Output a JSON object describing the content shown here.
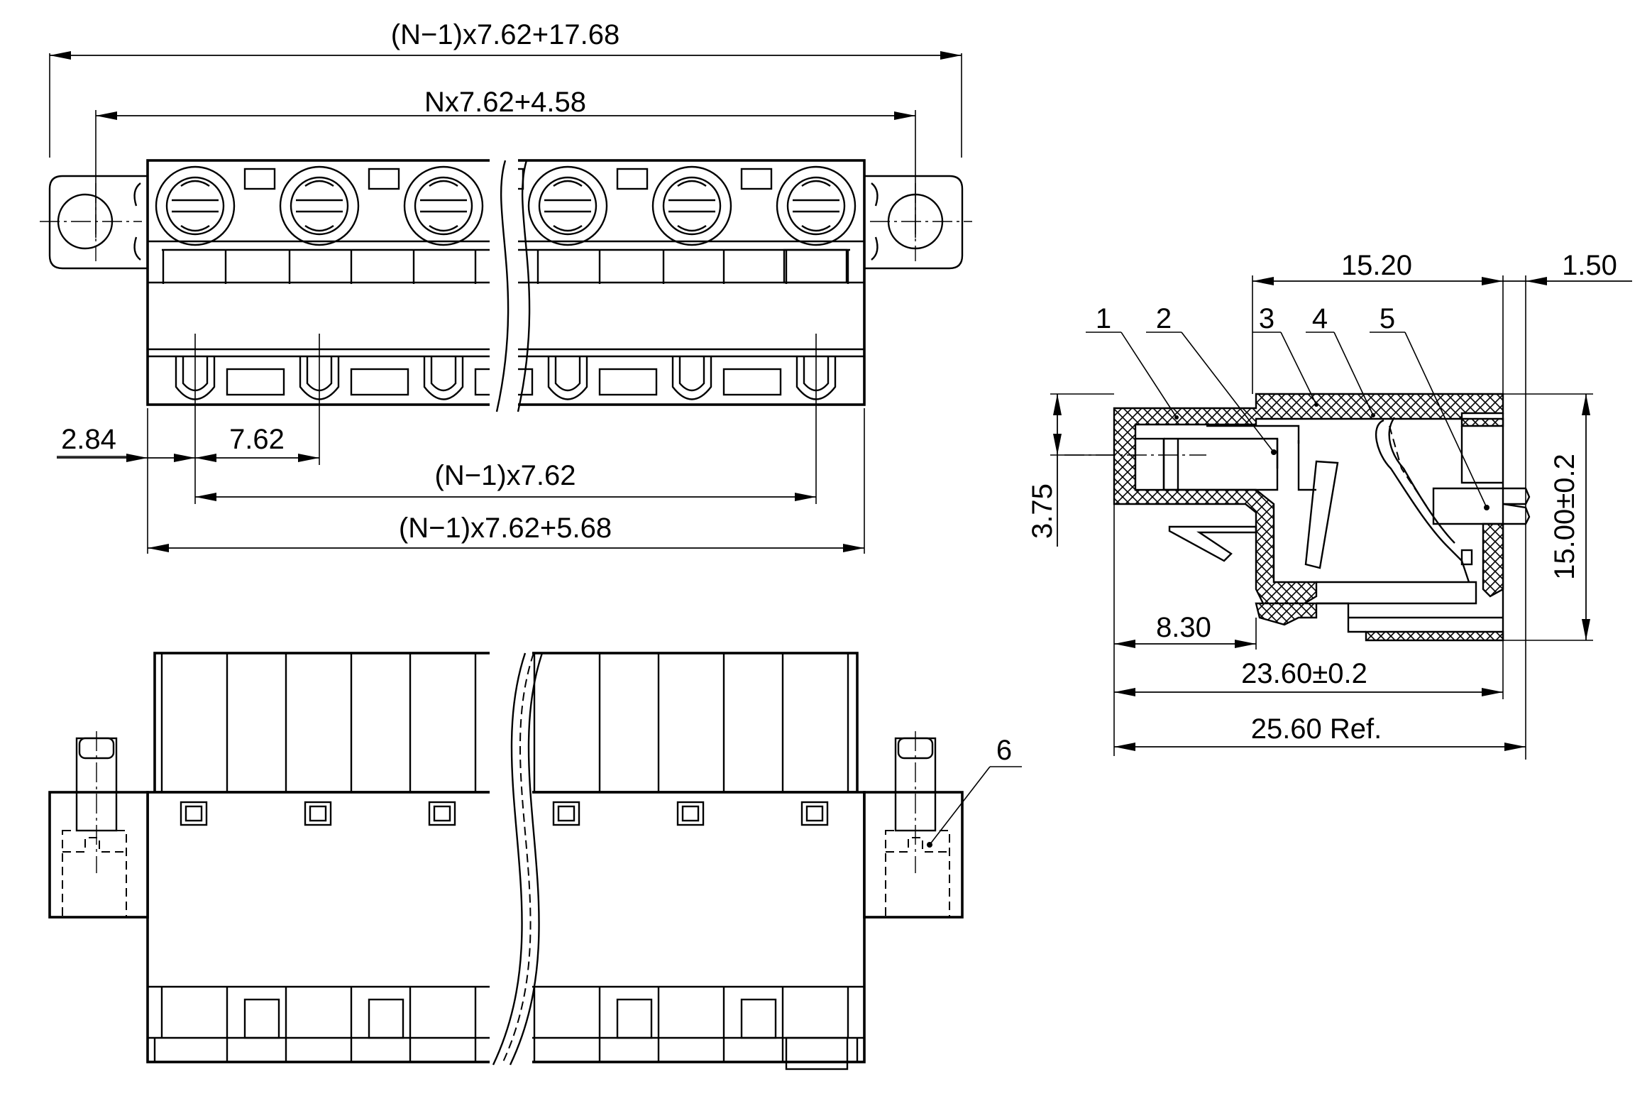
{
  "top_view": {
    "dim_overall": "(N−1)x7.62+17.68",
    "dim_inner": "Nx7.62+4.58",
    "dim_edge": "2.84",
    "dim_pitch": "7.62",
    "dim_span": "(N−1)x7.62",
    "dim_body": "(N−1)x7.62+5.68"
  },
  "side_view": {
    "dim_top_left": "15.20",
    "dim_top_right": "1.50",
    "dim_height_small": "3.75",
    "dim_height": "15.00±0.2",
    "dim_depth_small": "8.30",
    "dim_depth": "23.60±0.2",
    "dim_ref": "25.60  Ref.",
    "callouts": [
      "1",
      "2",
      "3",
      "4",
      "5"
    ]
  },
  "front_view": {
    "callout": "6"
  }
}
